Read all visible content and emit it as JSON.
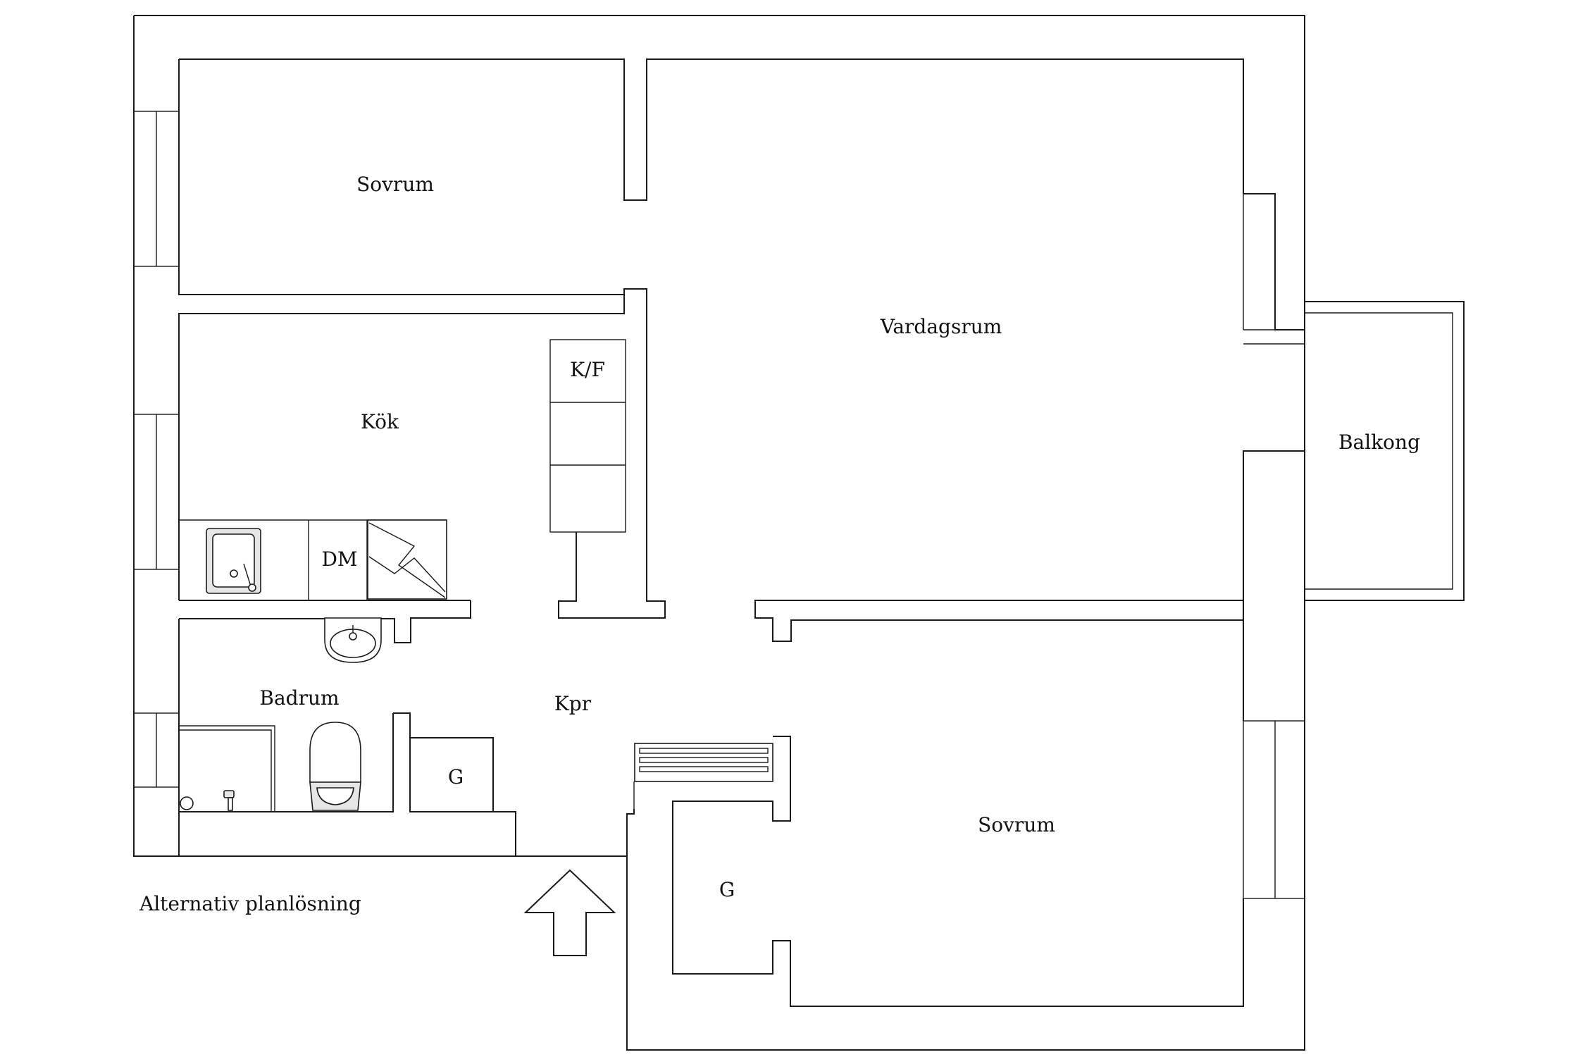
{
  "rooms": {
    "sovrum_top": "Sovrum",
    "vardagsrum": "Vardagsrum",
    "kok": "Kök",
    "kf": "K/F",
    "dm": "DM",
    "balkong": "Balkong",
    "badrum": "Badrum",
    "kpr": "Kpr",
    "g_bath": "G",
    "g_bedroom": "G",
    "sovrum_bottom": "Sovrum"
  },
  "caption": "Alternativ planlösning",
  "icons": {
    "entrance": "entrance-arrow-icon",
    "sink": "kitchen-sink-icon",
    "stove": "stove-icon",
    "washbasin": "washbasin-icon",
    "toilet": "toilet-icon",
    "radiator": "radiator-icon"
  },
  "colors": {
    "line": "#1a1a1a",
    "background": "#ffffff"
  }
}
